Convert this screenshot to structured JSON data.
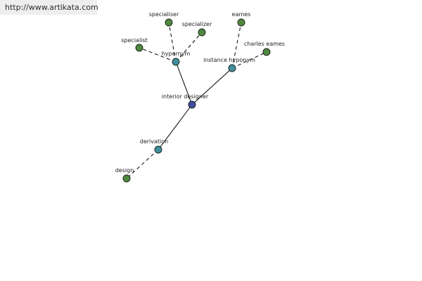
{
  "source": {
    "url": "http://www.artikata.com"
  },
  "graph": {
    "colors": {
      "center": "#3e4fa0",
      "relation": "#3f8f9a",
      "leaf": "#4e8a3e"
    },
    "nodes": [
      {
        "id": "interior-designer",
        "label": "interior designer",
        "kind": "center"
      },
      {
        "id": "hypernym",
        "label": "hypernym",
        "kind": "relation"
      },
      {
        "id": "instance-hyponym",
        "label": "instance hyponym",
        "kind": "relation"
      },
      {
        "id": "derivation",
        "label": "derivation",
        "kind": "relation"
      },
      {
        "id": "specialiser",
        "label": "specialiser",
        "kind": "leaf"
      },
      {
        "id": "specializer",
        "label": "specializer",
        "kind": "leaf"
      },
      {
        "id": "specialist",
        "label": "specialist",
        "kind": "leaf"
      },
      {
        "id": "eames",
        "label": "eames",
        "kind": "leaf"
      },
      {
        "id": "charles-eames",
        "label": "charles eames",
        "kind": "leaf"
      },
      {
        "id": "design",
        "label": "design",
        "kind": "leaf"
      }
    ],
    "edges": [
      {
        "from": "interior-designer",
        "to": "hypernym",
        "style": "solid"
      },
      {
        "from": "interior-designer",
        "to": "instance-hyponym",
        "style": "solid"
      },
      {
        "from": "interior-designer",
        "to": "derivation",
        "style": "solid"
      },
      {
        "from": "hypernym",
        "to": "specialiser",
        "style": "dashed"
      },
      {
        "from": "hypernym",
        "to": "specializer",
        "style": "dashed"
      },
      {
        "from": "hypernym",
        "to": "specialist",
        "style": "dashed"
      },
      {
        "from": "instance-hyponym",
        "to": "eames",
        "style": "dashed"
      },
      {
        "from": "instance-hyponym",
        "to": "charles-eames",
        "style": "dashed"
      },
      {
        "from": "derivation",
        "to": "design",
        "style": "dashed"
      }
    ]
  }
}
